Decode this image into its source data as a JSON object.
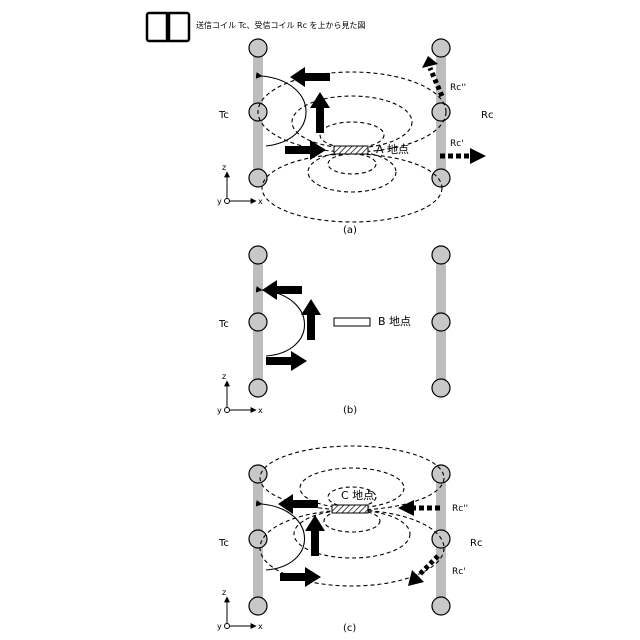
{
  "header": {
    "title": "送信コイル Tc、受信コイル Rc を上から見た図"
  },
  "labels": {
    "tc": "Tc",
    "rc": "Rc",
    "rc_prime": "Rc'",
    "rc_double_prime": "Rc''",
    "axis_z": "z",
    "axis_x": "x",
    "axis_y": "y"
  },
  "panels": [
    {
      "id": "a",
      "caption": "(a)",
      "point_label": "A 地点"
    },
    {
      "id": "b",
      "caption": "(b)",
      "point_label": "B 地点"
    },
    {
      "id": "c",
      "caption": "(c)",
      "point_label": "C 地点"
    }
  ]
}
